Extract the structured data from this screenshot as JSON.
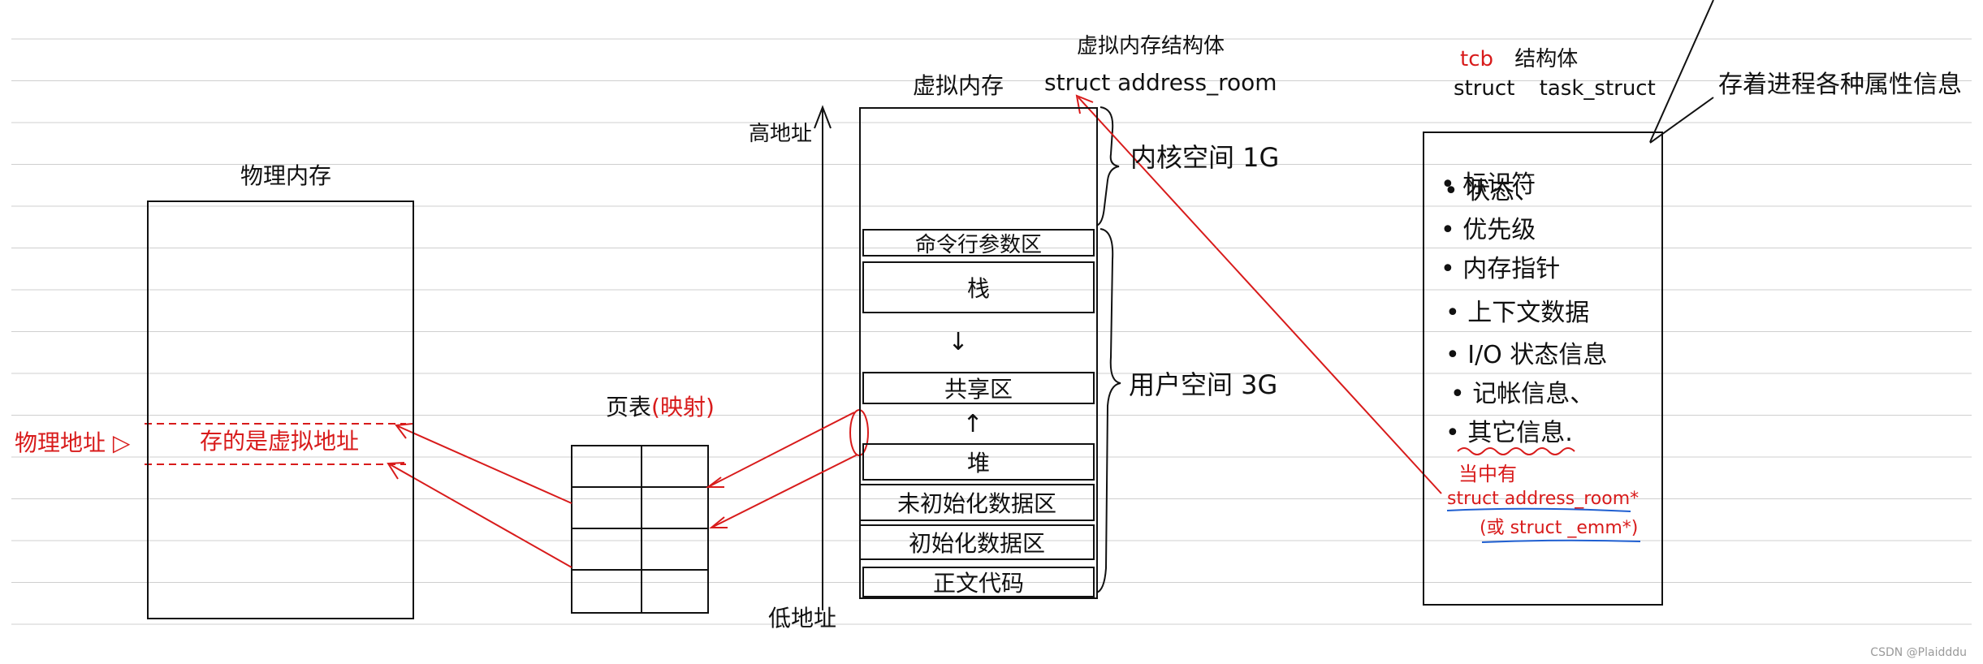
{
  "physical_memory": {
    "title": "物理内存",
    "physical_address_label": "物理地址 ▷",
    "mapped_region_label": "存的是虚拟地址"
  },
  "page_table": {
    "title": "页表",
    "title_mapping": "(映射)"
  },
  "virtual_memory": {
    "title": "虚拟内存",
    "struct_header": "虚拟内存结构体",
    "struct_name": "struct address_room",
    "high_address": "高地址",
    "low_address": "低地址",
    "kernel_space": "内核空间 1G",
    "user_space": "用户空间 3G",
    "segments": {
      "cmdline_env": "命令行参数区",
      "stack": "栈",
      "stack_arrow": "↓",
      "shared": "共享区",
      "heap_arrow": "↑",
      "heap": "堆",
      "bss": "未初始化数据区",
      "data": "初始化数据区",
      "text": "正文代码"
    }
  },
  "tcb": {
    "title_tcb": "tcb",
    "title_struct": "结构体",
    "struct_name": "struct task_struct",
    "note": "存着进程各种属性信息",
    "items": [
      "• 标识符",
      "• 状态、",
      "• 优先级",
      "• 内存指针",
      "• 上下文数据",
      "• I/O 状态信息",
      "• 记帐信息、",
      "• 其它信息."
    ],
    "contains_label": "当中有",
    "contains_struct": "struct address_room*",
    "contains_alt": "(或 struct _emm*)"
  },
  "watermark": "CSDN @Plaidddu",
  "colors": {
    "ink": "#111111",
    "red": "#d81b1b",
    "blue": "#1f5fd1",
    "ruled_line": "#cfcfcf"
  }
}
